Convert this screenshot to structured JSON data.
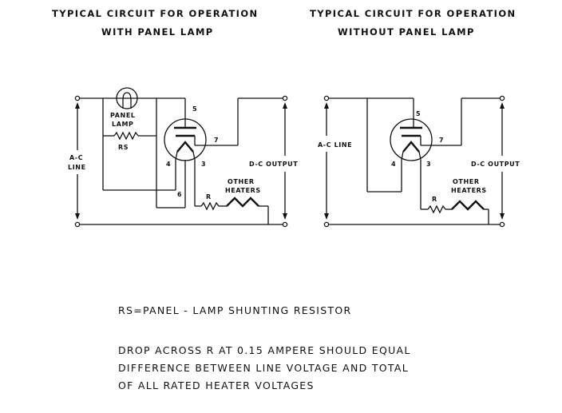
{
  "left_circuit": {
    "title_line1": "TYPICAL  CIRCUIT FOR OPERATION",
    "title_line2": "WITH PANEL  LAMP",
    "panel_label_1": "PANEL",
    "panel_label_2": "LAMP",
    "rs_label": "RS",
    "ac_label_1": "A-C",
    "ac_label_2": "LINE",
    "pin_5": "5",
    "pin_7": "7",
    "pin_4": "4",
    "pin_3": "3",
    "pin_6": "6",
    "r_label": "R",
    "other_label_1": "OTHER",
    "other_label_2": "HEATERS",
    "dc_label": "D-C OUTPUT"
  },
  "right_circuit": {
    "title_line1": "TYPICAL CIRCUIT  FOR  OPERATION",
    "title_line2": "WITHOUT  PANEL  LAMP",
    "ac_label": "A-C LINE",
    "pin_5": "5",
    "pin_7": "7",
    "pin_4": "4",
    "pin_3": "3",
    "r_label": "R",
    "other_label_1": "OTHER",
    "other_label_2": "HEATERS",
    "dc_label": "D-C  OUTPUT"
  },
  "notes": {
    "rs_definition": "RS=PANEL - LAMP  SHUNTING  RESISTOR",
    "drop_line1": "DROP ACROSS  R  AT  0.15  AMPERE  SHOULD  EQUAL",
    "drop_line2": "DIFFERENCE  BETWEEN  LINE  VOLTAGE  AND  TOTAL",
    "drop_line3": "OF  ALL  RATED  HEATER  VOLTAGES"
  }
}
